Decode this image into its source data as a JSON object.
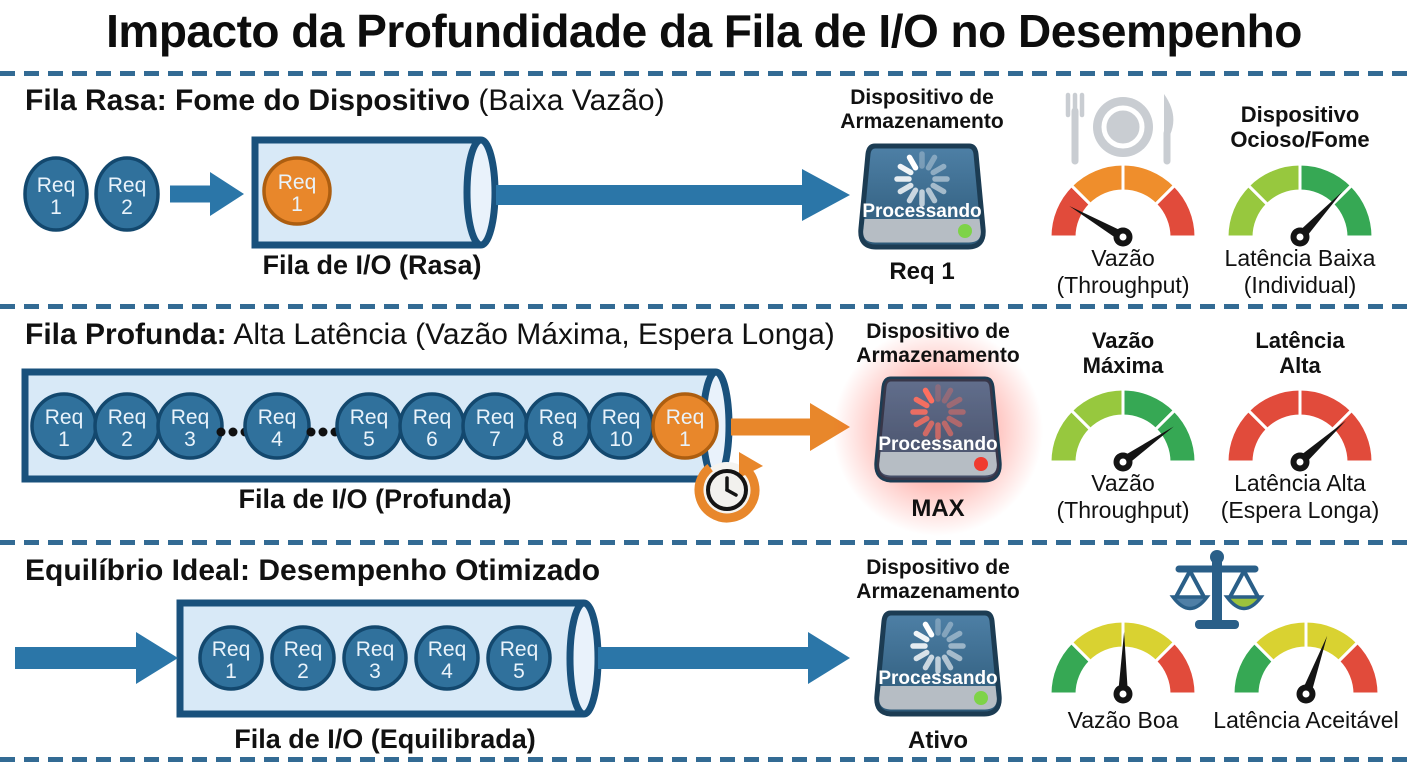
{
  "title": "Impacto da Profundidade da Fila de I/O no Desempenho",
  "palette": {
    "divider": "#336B94",
    "blue_arrow": "#2B76A8",
    "orange": "#E8872B",
    "tube_fill": "#D8E9F7",
    "tube_cap_fill": "#E9F2FB",
    "tube_border": "#19517C",
    "req_blue": "#30719C",
    "req_blue_border": "#13486E",
    "req_orange": "#E8872B",
    "req_orange_border": "#AD5E10",
    "req_text": "#E9F3FB",
    "gauge_colors": {
      "red": "#E14B3B",
      "orange": "#EF8E2C",
      "lightgreen": "#97C83E",
      "green": "#36A854",
      "yellow": "#D9D231"
    },
    "device_border": "#1C3C53",
    "device_top": "#4E80A6",
    "device_bottom": "#2C5877",
    "device_bar": "#B6BDC4",
    "led_green": "#7ED348",
    "led_red": "#F03B2E",
    "spinner_normal": "#FFFFFF",
    "spinner_overload": "#FF6F5F",
    "gray_icon": "#C9CDD2",
    "scale_blue": "#2A5F88",
    "scale_pan_left": "#4F7FA6",
    "scale_pan_right": "#9CC23D"
  },
  "sections": [
    {
      "heading_bold": "Fila Rasa: Fome do Dispositivo",
      "heading_rest": " (Baixa Vazão)",
      "incoming_items": [
        {
          "line1": "Req",
          "line2": "1",
          "variant": "blue"
        },
        {
          "line1": "Req",
          "line2": "2",
          "variant": "blue"
        }
      ],
      "queue_items": [
        {
          "line1": "Req",
          "line2": "1",
          "variant": "orange"
        }
      ],
      "queue_caption": "Fila de I/O (Rasa)",
      "device": {
        "title": "Dispositivo de\nArmazenamento",
        "status": "Processando",
        "caption": "Req 1",
        "led": "green",
        "overloaded": false
      },
      "gauges": [
        {
          "title": "",
          "icon": "meal",
          "segments": [
            "red",
            "orange",
            "orange",
            "red"
          ],
          "needle_deg": -60,
          "label": "Vazão\n(Throughput)"
        },
        {
          "title": "Dispositivo\nOcioso/Fome",
          "icon": "",
          "segments": [
            "lightgreen",
            "lightgreen",
            "green",
            "green"
          ],
          "needle_deg": 43,
          "label": "Latência Baixa\n(Individual)"
        }
      ]
    },
    {
      "heading_bold": "Fila Profunda:",
      "heading_rest": " Alta Latência (Vazão Máxima, Espera Longa)",
      "incoming_items": [],
      "queue_items": [
        {
          "line1": "Req",
          "line2": "1",
          "variant": "blue"
        },
        {
          "line1": "Req",
          "line2": "2",
          "variant": "blue"
        },
        {
          "line1": "Req",
          "line2": "3",
          "variant": "blue"
        },
        {
          "variant": "dots"
        },
        {
          "line1": "Req",
          "line2": "4",
          "variant": "blue"
        },
        {
          "variant": "dots"
        },
        {
          "line1": "Req",
          "line2": "5",
          "variant": "blue"
        },
        {
          "line1": "Req",
          "line2": "6",
          "variant": "blue"
        },
        {
          "line1": "Req",
          "line2": "7",
          "variant": "blue"
        },
        {
          "line1": "Req",
          "line2": "8",
          "variant": "blue"
        },
        {
          "line1": "Req",
          "line2": "10",
          "variant": "blue"
        },
        {
          "line1": "Req",
          "line2": "1",
          "variant": "orange"
        }
      ],
      "queue_caption": "Fila de I/O (Profunda)",
      "has_clock": true,
      "device": {
        "title": "Dispositivo de\nArmazenamento",
        "status": "Processando",
        "caption": "MAX",
        "led": "red",
        "overloaded": true
      },
      "gauges": [
        {
          "title": "Vazão\nMáxima",
          "icon": "",
          "segments": [
            "lightgreen",
            "lightgreen",
            "green",
            "green"
          ],
          "needle_deg": 55,
          "label": "Vazão\n(Throughput)"
        },
        {
          "title": "Latência\nAlta",
          "icon": "",
          "segments": [
            "red",
            "red",
            "red",
            "red"
          ],
          "needle_deg": 48,
          "label": "Latência Alta\n(Espera Longa)"
        }
      ]
    },
    {
      "heading_bold": "Equilíbrio Ideal: Desempenho Otimizado",
      "heading_rest": "",
      "incoming_items": [],
      "queue_items": [
        {
          "line1": "Req",
          "line2": "1",
          "variant": "blue"
        },
        {
          "line1": "Req",
          "line2": "2",
          "variant": "blue"
        },
        {
          "line1": "Req",
          "line2": "3",
          "variant": "blue"
        },
        {
          "line1": "Req",
          "line2": "4",
          "variant": "blue"
        },
        {
          "line1": "Req",
          "line2": "5",
          "variant": "blue"
        }
      ],
      "queue_caption": "Fila de I/O (Equilibrada)",
      "has_balance": true,
      "device": {
        "title": "Dispositivo de\nArmazenamento",
        "status": "Processando",
        "caption": "Ativo",
        "led": "green",
        "overloaded": false
      },
      "gauges": [
        {
          "title": "",
          "icon": "",
          "segments": [
            "green",
            "yellow",
            "yellow",
            "red"
          ],
          "needle_deg": 1,
          "label": "Vazão Boa"
        },
        {
          "title": "",
          "icon": "",
          "segments": [
            "green",
            "yellow",
            "yellow",
            "red"
          ],
          "needle_deg": 20,
          "label": "Latência Aceitável"
        }
      ]
    }
  ]
}
